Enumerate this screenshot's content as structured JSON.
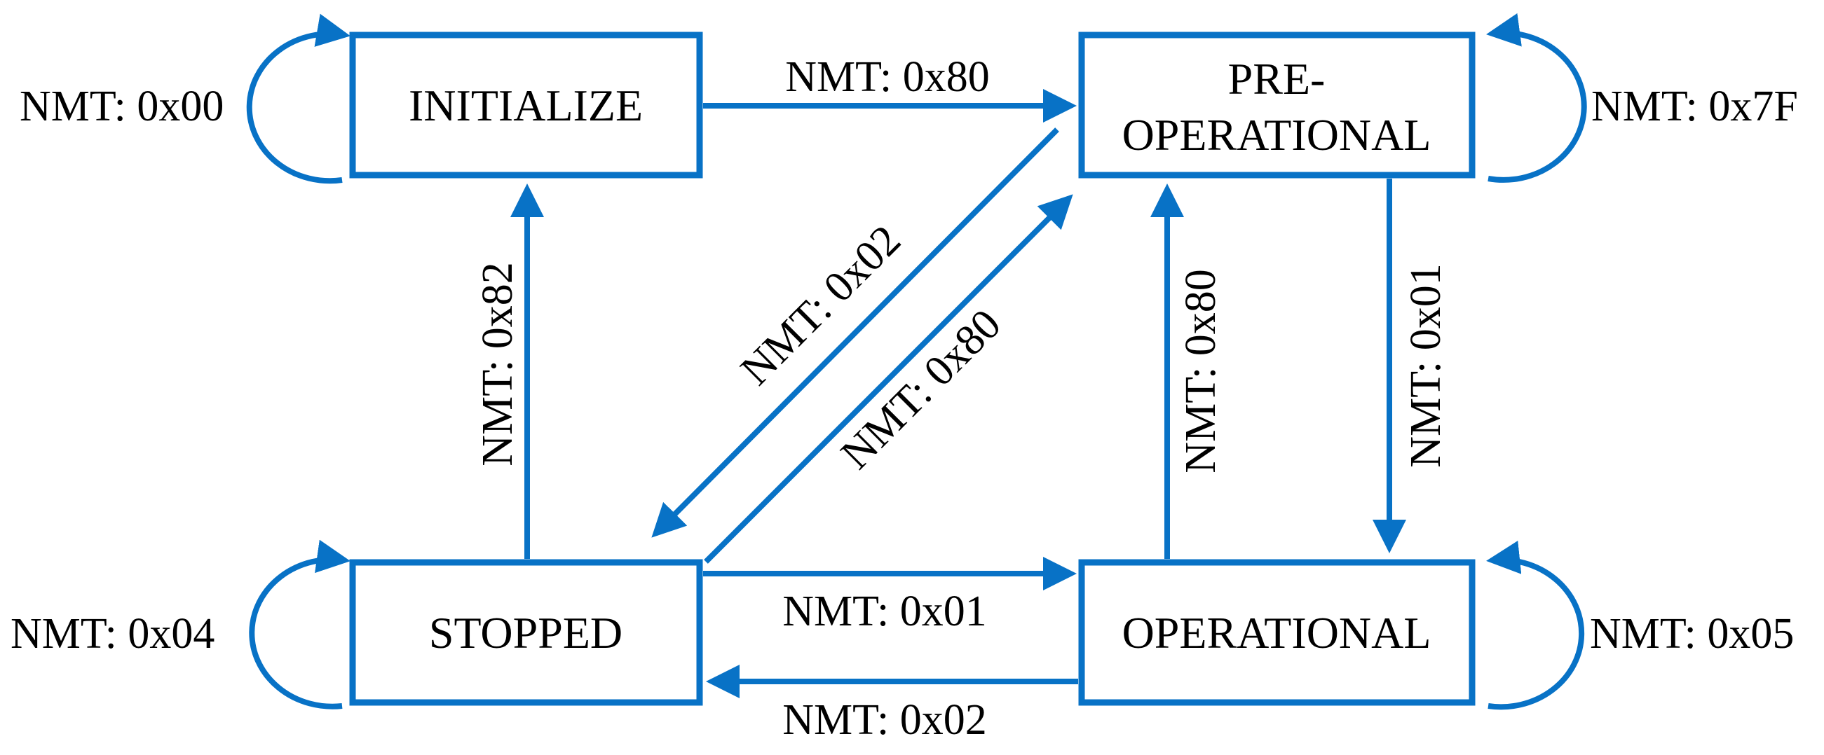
{
  "colors": {
    "accent": "#0872C6",
    "text": "#000000",
    "background": "#ffffff"
  },
  "states": {
    "initialize": {
      "line1": "INITIALIZE"
    },
    "pre_operational": {
      "line1": "PRE-",
      "line2": "OPERATIONAL"
    },
    "stopped": {
      "line1": "STOPPED"
    },
    "operational": {
      "line1": "OPERATIONAL"
    }
  },
  "transitions": {
    "initialize_self": "NMT: 0x00",
    "initialize_to_preop": "NMT: 0x80",
    "preop_self": "NMT: 0x7F",
    "stopped_to_initialize": "NMT: 0x82",
    "preop_to_stopped": "NMT: 0x02",
    "stopped_to_preop": "NMT: 0x80",
    "operational_to_preop": "NMT: 0x80",
    "preop_to_operational": "NMT: 0x01",
    "stopped_self": "NMT: 0x04",
    "stopped_to_operational": "NMT: 0x01",
    "operational_to_stopped": "NMT: 0x02",
    "operational_self": "NMT: 0x05"
  }
}
